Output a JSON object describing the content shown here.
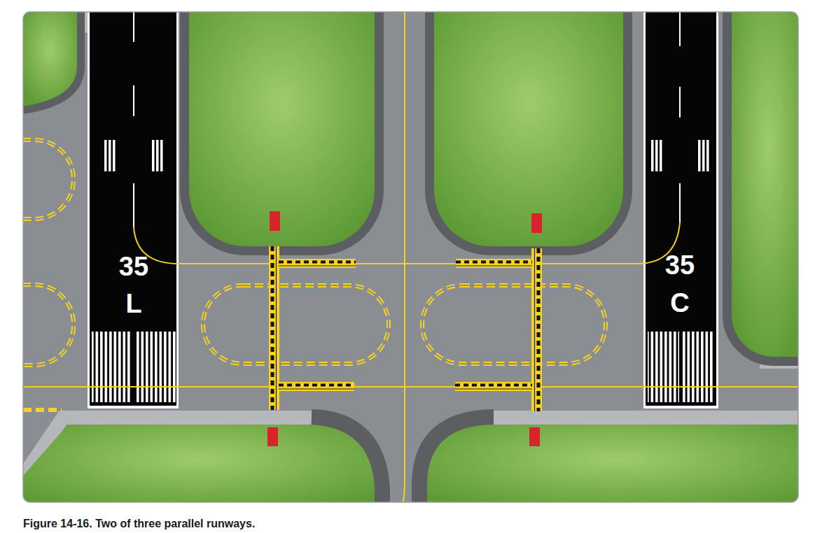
{
  "diagram": {
    "caption": "Figure 14-16. Two of three parallel runways.",
    "labels": [
      "35",
      "L",
      "35",
      "C"
    ]
  }
}
